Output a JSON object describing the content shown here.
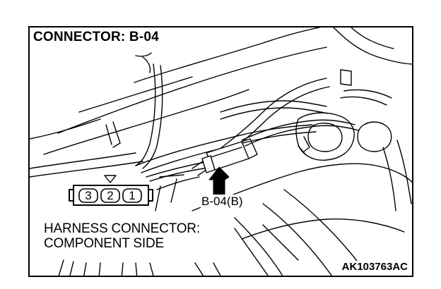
{
  "diagram": {
    "title": "CONNECTOR: B-04",
    "connector_label": "B-04(B)",
    "caption_line1": "HARNESS CONNECTOR:",
    "caption_line2": "COMPONENT SIDE",
    "figure_code": "AK103763AC",
    "pins": [
      "3",
      "2",
      "1"
    ]
  }
}
